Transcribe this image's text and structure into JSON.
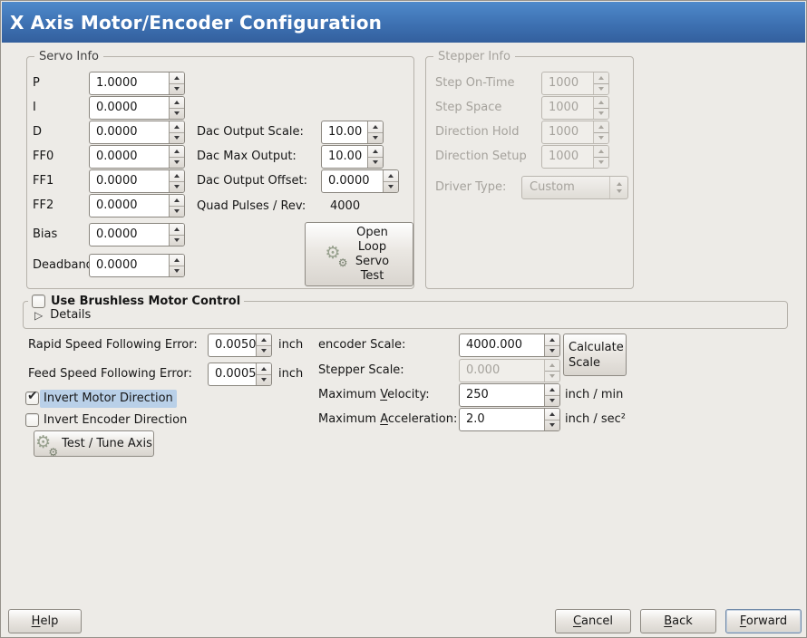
{
  "window": {
    "title": "X Axis Motor/Encoder Configuration"
  },
  "servo_info": {
    "legend": "Servo Info",
    "params": [
      {
        "label": "P",
        "value": "1.0000"
      },
      {
        "label": "I",
        "value": "0.0000"
      },
      {
        "label": "D",
        "value": "0.0000"
      },
      {
        "label": "FF0",
        "value": "0.0000"
      },
      {
        "label": "FF1",
        "value": "0.0000"
      },
      {
        "label": "FF2",
        "value": "0.0000"
      },
      {
        "label": "Bias",
        "value": "0.0000"
      },
      {
        "label": "Deadband",
        "value": "0.0000"
      }
    ],
    "dac_output_scale": {
      "label": "Dac Output Scale:",
      "value": "10.00"
    },
    "dac_max_output": {
      "label": "Dac Max Output:",
      "value": "10.00"
    },
    "dac_output_offset": {
      "label": "Dac Output Offset:",
      "value": "0.0000"
    },
    "quad_pulses": {
      "label": "Quad Pulses / Rev:",
      "value": "4000"
    },
    "open_loop_button_label": "Open Loop Servo Test"
  },
  "stepper_info": {
    "legend": "Stepper Info",
    "params": [
      {
        "label": "Step On-Time",
        "value": "1000"
      },
      {
        "label": "Step Space",
        "value": "1000"
      },
      {
        "label": "Direction Hold",
        "value": "1000"
      },
      {
        "label": "Direction Setup",
        "value": "1000"
      }
    ],
    "driver_type": {
      "label": "Driver Type:",
      "value": "Custom"
    }
  },
  "brushless": {
    "checkbox_label": "Use Brushless Motor Control",
    "checked": false,
    "details_label": "Details"
  },
  "tuning": {
    "rapid_error": {
      "label": "Rapid Speed Following Error:",
      "value": "0.0050",
      "unit": "inch"
    },
    "feed_error": {
      "label": "Feed Speed Following Error:",
      "value": "0.0005",
      "unit": "inch"
    },
    "invert_motor": {
      "label": "Invert Motor Direction",
      "checked": true
    },
    "invert_encoder": {
      "label": "Invert Encoder Direction",
      "checked": false
    },
    "test_tune_button_label": "Test / Tune Axis"
  },
  "scaling": {
    "encoder_scale": {
      "label": "encoder Scale:",
      "value": "4000.000"
    },
    "calculate_button_label": "Calculate Scale",
    "stepper_scale": {
      "label": "Stepper Scale:",
      "value": "0.000"
    },
    "max_velocity": {
      "pre": "Maximum ",
      "mn": "V",
      "post": "elocity:",
      "value": "250",
      "unit": "inch / min"
    },
    "max_acceleration": {
      "pre": "Maximum ",
      "mn": "A",
      "post": "cceleration:",
      "value": "2.0",
      "unit": "inch / sec²"
    }
  },
  "footer": {
    "help": {
      "mn": "H",
      "post": "elp"
    },
    "cancel": {
      "mn": "C",
      "post": "ancel"
    },
    "back": {
      "mn": "B",
      "post": "ack"
    },
    "forward": {
      "mn": "F",
      "post": "orward"
    }
  }
}
